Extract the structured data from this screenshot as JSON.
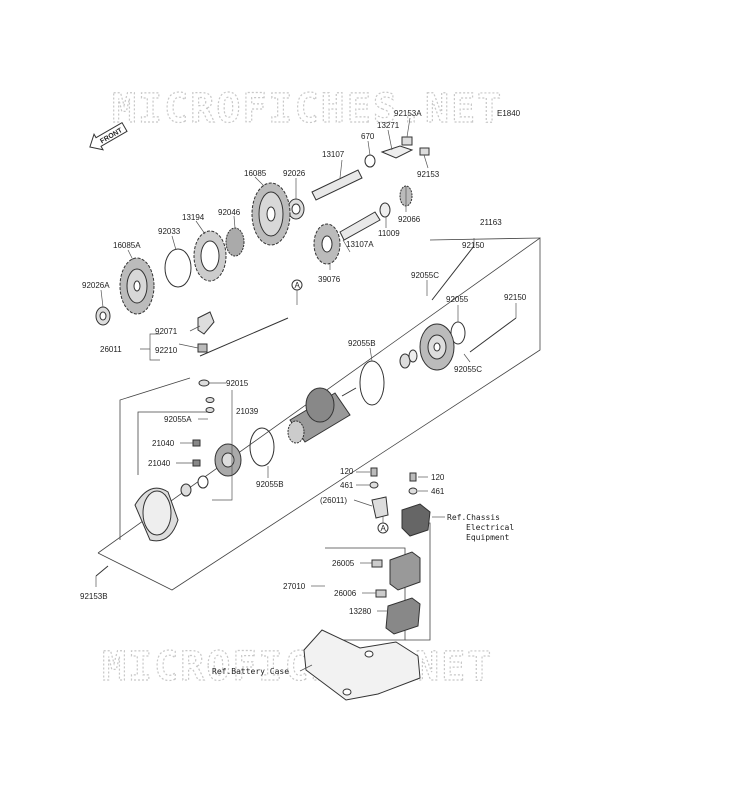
{
  "watermark": "MICROFICHES.NET",
  "figure_code": "E1840",
  "front_label": "FRONT",
  "callout_letter": "A",
  "part_labels": {
    "p92153A": "92153A",
    "p13271": "13271",
    "p670": "670",
    "p13107": "13107",
    "p92153": "92153",
    "p16085": "16085",
    "p92026": "92026",
    "p92066": "92066",
    "p13194": "13194",
    "p92046": "92046",
    "p92033": "92033",
    "p11009": "11009",
    "p13107A": "13107A",
    "p16085A": "16085A",
    "p39076": "39076",
    "p21163": "21163",
    "p92150a": "92150",
    "p92055C_top": "92055C",
    "p92026A": "92026A",
    "p92055": "92055",
    "p92150b": "92150",
    "p92071": "92071",
    "p26011": "26011",
    "p92210": "92210",
    "p92055B_top": "92055B",
    "p92055C_bot": "92055C",
    "p92015": "92015",
    "p21039": "21039",
    "p92055A": "92055A",
    "p21040_a": "21040",
    "p21040_b": "21040",
    "p92055B_bot": "92055B",
    "p120_a": "120",
    "p461_a": "461",
    "p120_b": "120",
    "p461_b": "461",
    "p26011_ref": "(26011)",
    "p26005": "26005",
    "p27010": "27010",
    "p26006": "26006",
    "p13280": "13280",
    "p92153B": "92153B"
  },
  "references": {
    "chassis_line1": "Ref.Chassis",
    "chassis_line2": "Electrical",
    "chassis_line3": "Equipment",
    "battery": "Ref.Battery Case"
  }
}
